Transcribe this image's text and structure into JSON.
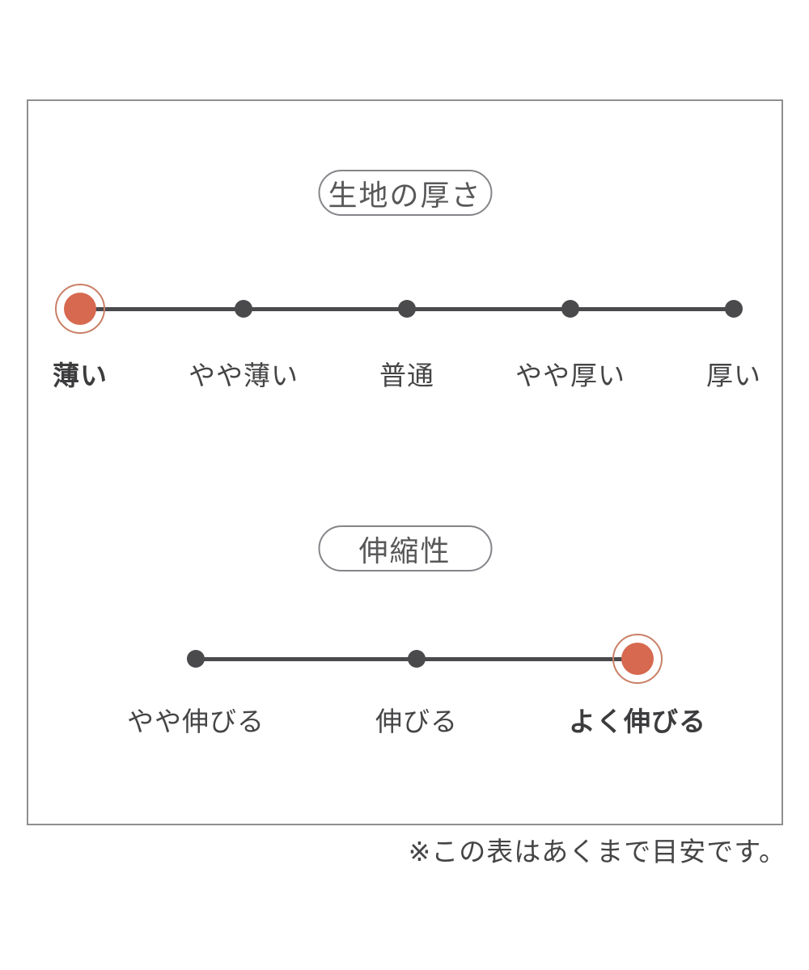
{
  "colors": {
    "accent": "#d6694f",
    "accent_ring": "#c97f66",
    "track": "#4a4a4d",
    "text": "#454547",
    "text_bold": "#3c3c3e",
    "border": "#8f8f92",
    "pill_border": "#85858a",
    "pill_text": "#58585a"
  },
  "scales": [
    {
      "title": "生地の厚さ",
      "options": [
        "薄い",
        "やや薄い",
        "普通",
        "やや厚い",
        "厚い"
      ],
      "selected_index": 0,
      "selected_label": "薄い"
    },
    {
      "title": "伸縮性",
      "options": [
        "やや伸びる",
        "伸びる",
        "よく伸びる"
      ],
      "selected_index": 2,
      "selected_label": "よく伸びる"
    }
  ],
  "note": "※この表はあくまで目安です。"
}
